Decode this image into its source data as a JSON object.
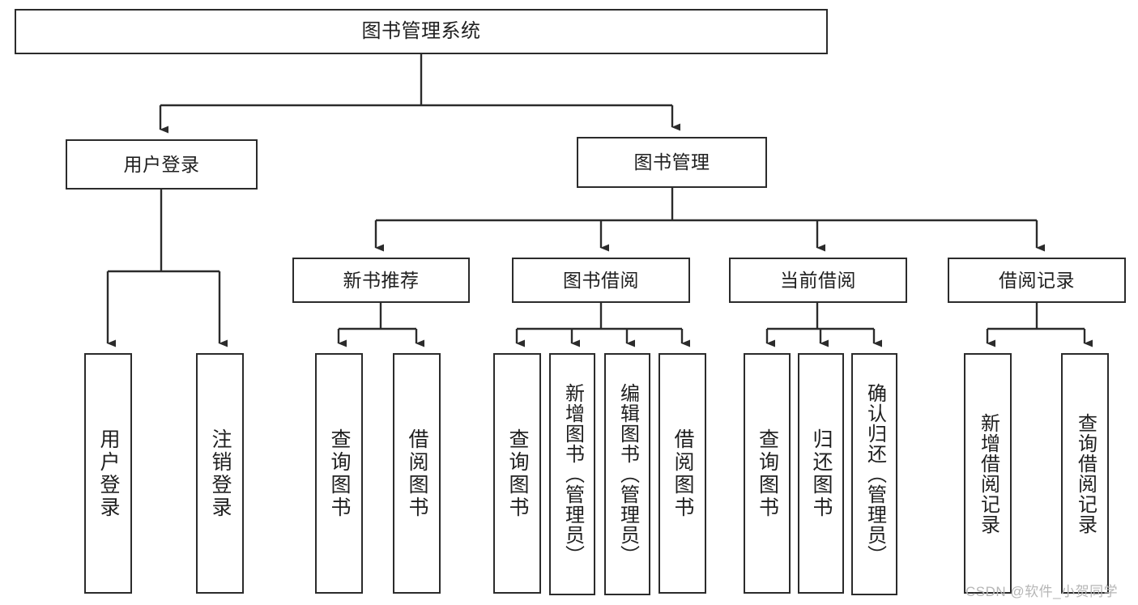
{
  "diagram": {
    "title": "图书管理系统",
    "type": "tree-hierarchy-chart",
    "orientation": "top-down",
    "colors": {
      "background": "#ffffff",
      "node_border": "#2b2b2b",
      "node_fill": "#ffffff",
      "edge": "#2b2b2b",
      "text": "#1f1f1f",
      "watermark": "#b6b6b6"
    },
    "root": {
      "label": "图书管理系统"
    },
    "level1": [
      {
        "label": "用户登录"
      },
      {
        "label": "图书管理"
      }
    ],
    "level2": [
      {
        "label": "新书推荐"
      },
      {
        "label": "图书借阅"
      },
      {
        "label": "当前借阅"
      },
      {
        "label": "借阅记录"
      }
    ],
    "leaves": {
      "user_login": [
        {
          "label": "用户登录"
        },
        {
          "label": "注销登录"
        }
      ],
      "new_book_recommend": [
        {
          "label": "查询图书"
        },
        {
          "label": "借阅图书"
        }
      ],
      "book_borrow": [
        {
          "label": "查询图书"
        },
        {
          "label": "新增图书（管理员）"
        },
        {
          "label": "编辑图书（管理员）"
        },
        {
          "label": "借阅图书"
        }
      ],
      "current_borrow": [
        {
          "label": "查询图书"
        },
        {
          "label": "归还图书"
        },
        {
          "label": "确认归还（管理员）"
        }
      ],
      "borrow_record": [
        {
          "label": "新增借阅记录"
        },
        {
          "label": "查询借阅记录"
        }
      ]
    },
    "watermark": "CSDN @软件_小贺同学"
  }
}
